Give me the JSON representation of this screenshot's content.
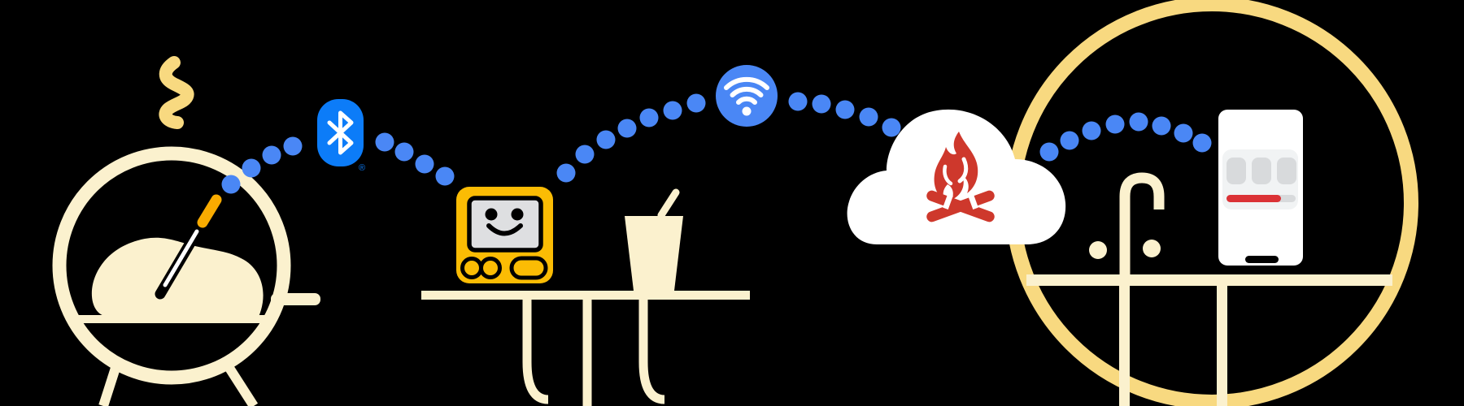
{
  "illustration": {
    "description": "Connectivity flow illustration: grill probe to Bluetooth to monitor to Wi-Fi to cloud to phone app in kitchen",
    "registered_mark": "®",
    "flow": [
      {
        "icon": "grill-icon",
        "label": "kettle grill with probe"
      },
      {
        "icon": "bluetooth-icon",
        "label": "Bluetooth"
      },
      {
        "icon": "monitor-icon",
        "label": "smiley monitor on table"
      },
      {
        "icon": "wifi-icon",
        "label": "Wi-Fi"
      },
      {
        "icon": "campfire-cloud-icon",
        "label": "cloud service"
      },
      {
        "icon": "phone-icon",
        "label": "phone app in kitchen"
      }
    ]
  },
  "colors": {
    "background": "#000000",
    "cream": "#FBF1CE",
    "gold": "#F8D980",
    "amber": "#F5B83B",
    "yellow": "#FBBC04",
    "orange": "#F9AB00",
    "blue_dot": "#4A87F5",
    "blue_bluetooth": "#0C7CF8",
    "red_fire": "#CE382C",
    "red_progress": "#DB3236",
    "screen_gray": "#DEDFE1",
    "card_gray": "#F1F3F4",
    "tile_gray": "#D8DADC",
    "white": "#FFFFFF",
    "black": "#000000"
  }
}
